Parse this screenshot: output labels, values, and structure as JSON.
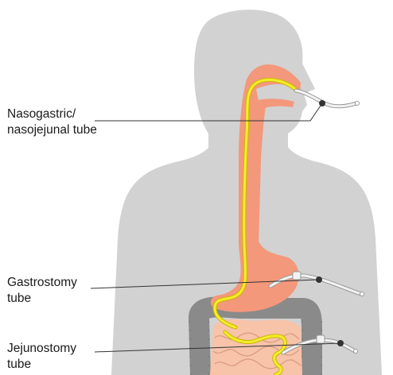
{
  "labels": {
    "nasogastric_line1": "Nasogastric/",
    "nasogastric_line2": "nasojejunal tube",
    "gastrostomy_line1": "Gastrostomy",
    "gastrostomy_line2": "tube",
    "jejunostomy_line1": "Jejunostomy",
    "jejunostomy_line2": "tube"
  },
  "colors": {
    "body": "#d2d2d2",
    "body_dark": "#b8b8b8",
    "digestive": "#f3987b",
    "intestine": "#f7c3a9",
    "colon": "#8a8a8a",
    "tube": "#f5ec2c",
    "tube_outline": "#c9b800",
    "leader": "#333333",
    "external_tube": "#f2f2f2"
  }
}
